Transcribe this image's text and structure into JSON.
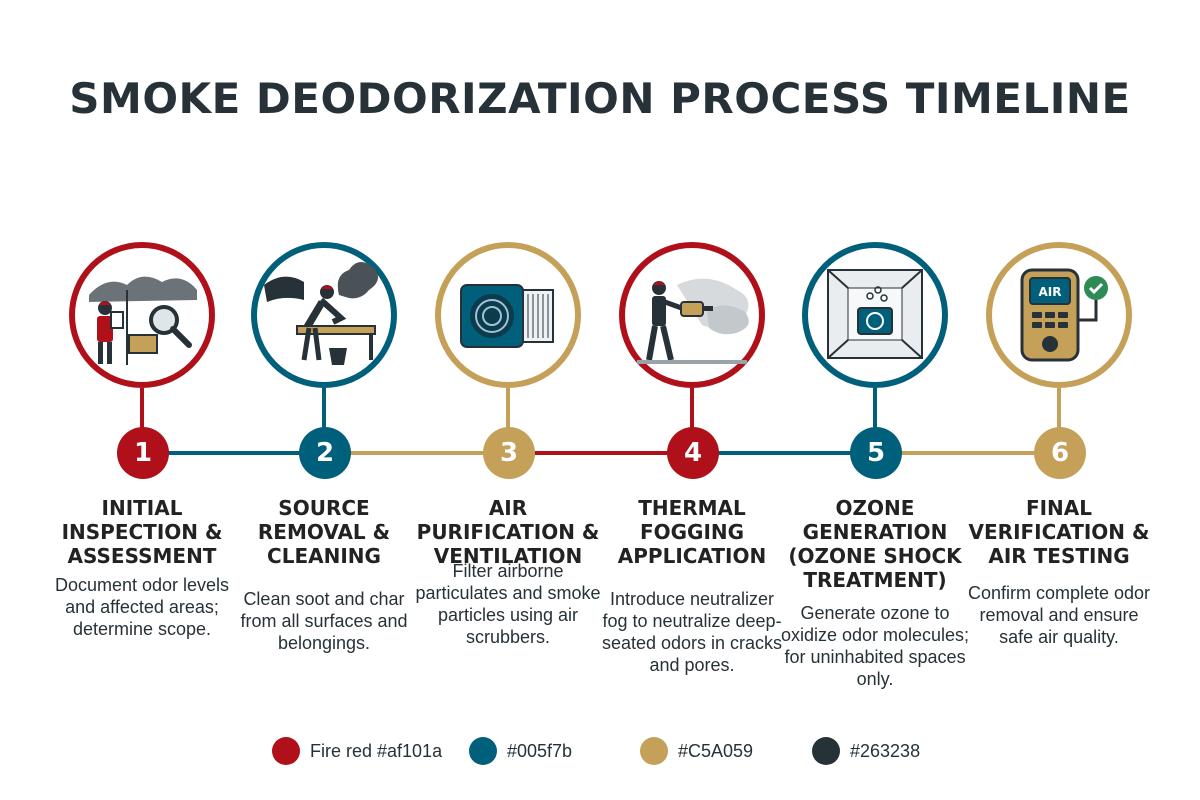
{
  "title": "SMOKE DEODORIZATION PROCESS TIMELINE",
  "steps": [
    {
      "number": "1",
      "title": "INITIAL INSPECTION & ASSESSMENT",
      "description": "Document odor levels and affected areas; determine scope.",
      "color": "#af101a",
      "icon": "inspection-icon"
    },
    {
      "number": "2",
      "title": "SOURCE REMOVAL & CLEANING",
      "description": "Clean soot and char from all surfaces and belongings.",
      "color": "#005f7b",
      "icon": "cleaning-icon"
    },
    {
      "number": "3",
      "title": "AIR PURIFICATION & VENTILATION",
      "description": "Filter airborne particulates and smoke particles using air scrubbers.",
      "color": "#C5A059",
      "icon": "air-scrubber-icon"
    },
    {
      "number": "4",
      "title": "THERMAL FOGGING APPLICATION",
      "description": "Introduce neutralizer fog to neutralize deep-seated odors in cracks and pores.",
      "color": "#af101a",
      "icon": "fogger-icon"
    },
    {
      "number": "5",
      "title": "OZONE GENERATION (OZONE SHOCK TREATMENT)",
      "description": "Generate ozone to oxidize odor molecules; for uninhabited spaces only.",
      "color": "#005f7b",
      "icon": "ozone-generator-icon"
    },
    {
      "number": "6",
      "title": "FINAL VERIFICATION & AIR TESTING",
      "description": "Confirm complete odor removal and ensure safe air quality.",
      "color": "#C5A059",
      "icon": "air-tester-icon",
      "device_label": "AIR"
    }
  ],
  "legend": [
    {
      "label": "Fire red #af101a",
      "color": "#af101a"
    },
    {
      "label": "#005f7b",
      "color": "#005f7b"
    },
    {
      "label": "#C5A059",
      "color": "#C5A059"
    },
    {
      "label": "#263238",
      "color": "#263238"
    }
  ]
}
